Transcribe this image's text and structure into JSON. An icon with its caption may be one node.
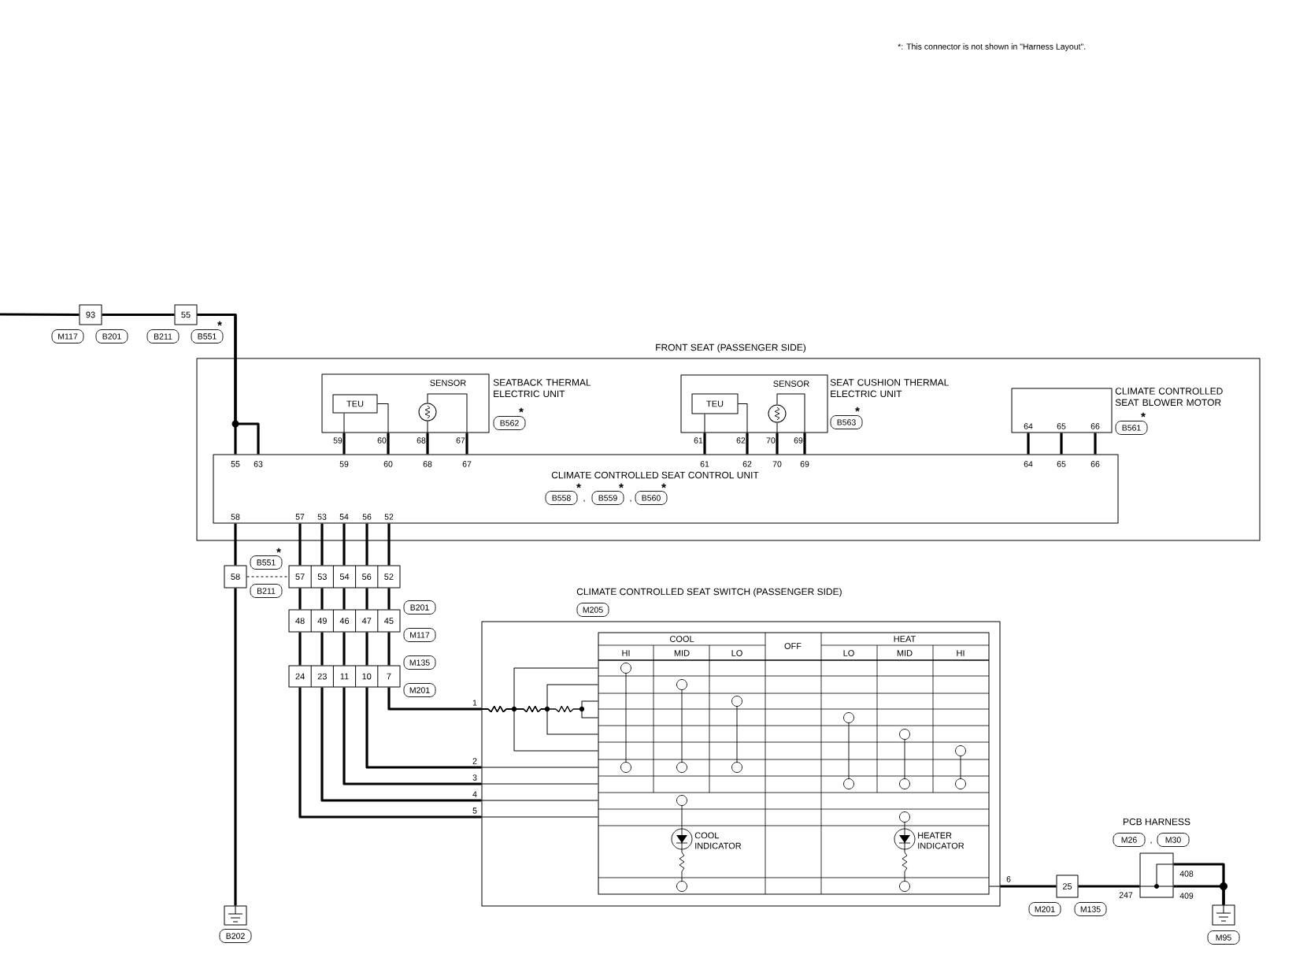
{
  "diagram": {
    "nodes": [
      {
        "text": [
          "93"
        ]
      },
      {
        "text": [
          "55"
        ]
      },
      {
        "text": [
          "FRONT SEAT (PASSENGER SIDE)"
        ]
      },
      {
        "text": [
          "SEATBACK THERMAL ELECTRIC UNIT"
        ],
        "in": 2
      },
      {
        "text": [
          "TEU"
        ],
        "in": 3
      },
      {
        "text": [],
        "shape": "circle",
        "in": 3
      },
      {
        "text": [
          "SEAT CUSHION THERMAL ELECTRIC UNIT"
        ],
        "in": 2
      },
      {
        "text": [
          "TEU"
        ],
        "in": 6
      },
      {
        "text": [],
        "shape": "circle",
        "in": 6
      },
      {
        "text": [
          "CLIMATE CONTROLLED SEAT BLOWER MOTOR"
        ],
        "in": 2
      },
      {
        "text": [
          "CLIMATE CONTROLLED SEAT CONTROL UNIT"
        ],
        "in": 2
      },
      {
        "text": [
          "58"
        ]
      },
      {
        "text": [
          "57",
          "53",
          "54",
          "56",
          "52"
        ]
      },
      {
        "text": [
          "48",
          "49",
          "46",
          "47",
          "45"
        ]
      },
      {
        "text": [
          "24",
          "23",
          "11",
          "10",
          "7"
        ]
      },
      {
        "text": [],
        "shape": "ground"
      },
      {
        "text": [
          "CLIMATE CONTROLLED SEAT SWITCH (PASSENGER SIDE)"
        ]
      },
      {
        "text": [
          "COOL",
          "OFF",
          "HEAT",
          "HI",
          "MID",
          "LO",
          "LO",
          "MID",
          "HI"
        ],
        "in": 16
      },
      {
        "text": [
          "25"
        ]
      },
      {
        "text": [
          "PCB HARNESS"
        ]
      },
      {
        "text": [],
        "shape": "ground"
      },
      {
        "text": [
          "M117"
        ]
      },
      {
        "text": [
          "B201"
        ]
      },
      {
        "text": [
          "B211"
        ]
      },
      {
        "text": [
          "B551"
        ],
        "beside": [
          "*"
        ]
      },
      {
        "text": [
          "B562"
        ],
        "beside": [
          "*"
        ],
        "in": 2
      },
      {
        "text": [
          "B563"
        ],
        "beside": [
          "*"
        ],
        "in": 2
      },
      {
        "text": [
          "B561"
        ],
        "beside": [
          "*"
        ],
        "in": 2
      },
      {
        "text": [
          "B558"
        ],
        "beside": [
          "*"
        ],
        "in": 10
      },
      {
        "text": [
          "B559"
        ],
        "beside": [
          "*"
        ],
        "in": 10
      },
      {
        "text": [
          "B560"
        ],
        "beside": [
          "*"
        ],
        "in": 10
      },
      {
        "text": [
          "B551"
        ],
        "beside": [
          "*"
        ]
      },
      {
        "text": [
          "B211"
        ]
      },
      {
        "text": [
          "B201"
        ]
      },
      {
        "text": [
          "M117"
        ]
      },
      {
        "text": [
          "M135"
        ]
      },
      {
        "text": [
          "M201"
        ]
      },
      {
        "text": [
          "B202"
        ]
      },
      {
        "text": [
          "M205"
        ]
      },
      {
        "text": [
          "M201"
        ]
      },
      {
        "text": [
          "M135"
        ]
      },
      {
        "text": [
          "M26"
        ]
      },
      {
        "text": [
          "M30"
        ]
      },
      {
        "text": [
          "M95"
        ]
      }
    ],
    "edges": [
      {
        "from": null,
        "to": 0,
        "arrow": "none"
      },
      {
        "from": 0,
        "to": 1,
        "arrow": "none"
      },
      {
        "from": 1,
        "to": 10,
        "arrow": "none"
      },
      {
        "from": 1,
        "to": 10,
        "arrow": "none"
      },
      {
        "from": 3,
        "to": 10,
        "arrow": "none"
      },
      {
        "from": 3,
        "to": 10,
        "arrow": "none"
      },
      {
        "from": 3,
        "to": 10,
        "arrow": "none"
      },
      {
        "from": 3,
        "to": 10,
        "arrow": "none"
      },
      {
        "from": 6,
        "to": 10,
        "arrow": "none"
      },
      {
        "from": 6,
        "to": 10,
        "arrow": "none"
      },
      {
        "from": 6,
        "to": 10,
        "arrow": "none"
      },
      {
        "from": 6,
        "to": 10,
        "arrow": "none"
      },
      {
        "from": 9,
        "to": 10,
        "arrow": "none"
      },
      {
        "from": 9,
        "to": 10,
        "arrow": "none"
      },
      {
        "from": 9,
        "to": 10,
        "arrow": "none"
      },
      {
        "from": 4,
        "to": 3,
        "arrow": "none"
      },
      {
        "from": 4,
        "to": 3,
        "arrow": "none"
      },
      {
        "from": 5,
        "to": 3,
        "arrow": "none"
      },
      {
        "from": 5,
        "to": 3,
        "arrow": "none"
      },
      {
        "from": 7,
        "to": 6,
        "arrow": "none"
      },
      {
        "from": 7,
        "to": 6,
        "arrow": "none"
      },
      {
        "from": 8,
        "to": 6,
        "arrow": "none"
      },
      {
        "from": 8,
        "to": 6,
        "arrow": "none"
      },
      {
        "from": 10,
        "to": 11,
        "arrow": "none"
      },
      {
        "from": 11,
        "to": 15,
        "arrow": "none"
      },
      {
        "from": 11,
        "to": 12,
        "arrow": "none",
        "style": "dashed"
      },
      {
        "from": 10,
        "to": 12,
        "arrow": "none"
      },
      {
        "from": 10,
        "to": 12,
        "arrow": "none"
      },
      {
        "from": 10,
        "to": 12,
        "arrow": "none"
      },
      {
        "from": 10,
        "to": 12,
        "arrow": "none"
      },
      {
        "from": 10,
        "to": 12,
        "arrow": "none"
      },
      {
        "from": 12,
        "to": 13,
        "arrow": "none"
      },
      {
        "from": 12,
        "to": 13,
        "arrow": "none"
      },
      {
        "from": 12,
        "to": 13,
        "arrow": "none"
      },
      {
        "from": 12,
        "to": 13,
        "arrow": "none"
      },
      {
        "from": 12,
        "to": 13,
        "arrow": "none"
      },
      {
        "from": 13,
        "to": 14,
        "arrow": "none"
      },
      {
        "from": 13,
        "to": 14,
        "arrow": "none"
      },
      {
        "from": 13,
        "to": 14,
        "arrow": "none"
      },
      {
        "from": 13,
        "to": 14,
        "arrow": "none"
      },
      {
        "from": 13,
        "to": 14,
        "arrow": "none"
      },
      {
        "from": 14,
        "to": 16,
        "arrow": "none",
        "label": "1"
      },
      {
        "from": 14,
        "to": 16,
        "arrow": "none",
        "label": "2"
      },
      {
        "from": 14,
        "to": 16,
        "arrow": "none",
        "label": "3"
      },
      {
        "from": 14,
        "to": 16,
        "arrow": "none",
        "label": "4"
      },
      {
        "from": 14,
        "to": 16,
        "arrow": "none",
        "label": "5"
      },
      {
        "from": 16,
        "to": 17,
        "arrow": "none"
      },
      {
        "from": 16,
        "to": 17,
        "arrow": "none"
      },
      {
        "from": 16,
        "to": 17,
        "arrow": "none"
      },
      {
        "from": 16,
        "to": 17,
        "arrow": "none"
      },
      {
        "from": 17,
        "to": 16,
        "arrow": "none"
      },
      {
        "from": 16,
        "to": 18,
        "arrow": "none",
        "label": "6"
      },
      {
        "from": 18,
        "to": 19,
        "arrow": "none",
        "label": "247"
      },
      {
        "from": 19,
        "to": 20,
        "arrow": "none",
        "label": "408"
      },
      {
        "from": 19,
        "to": 20,
        "arrow": "none",
        "label": "409"
      },
      {
        "from": 16,
        "to": 17,
        "arrow": "none"
      },
      {
        "from": 16,
        "to": 17,
        "arrow": "none"
      },
      {
        "from": 16,
        "to": 17,
        "arrow": "none"
      },
      {
        "from": 16,
        "to": 17,
        "arrow": "none"
      },
      {
        "from": 16,
        "to": 17,
        "arrow": "none"
      },
      {
        "from": 16,
        "to": 17,
        "arrow": "none"
      }
    ],
    "labels": [
      "*: This connector is not shown in \"Harness Layout\".",
      "SENSOR",
      "59",
      "60",
      "68",
      "67",
      "55",
      "63",
      "59",
      "60",
      "68",
      "67",
      "SENSOR",
      "61",
      "62",
      "70",
      "69",
      "61",
      "62",
      "70",
      "69",
      "64",
      "65",
      "66",
      "64",
      "65",
      "66",
      "58",
      "57",
      "53",
      "54",
      "56",
      "52",
      "COOL INDICATOR",
      "HEATER INDICATOR",
      ",",
      ",",
      ","
    ]
  }
}
